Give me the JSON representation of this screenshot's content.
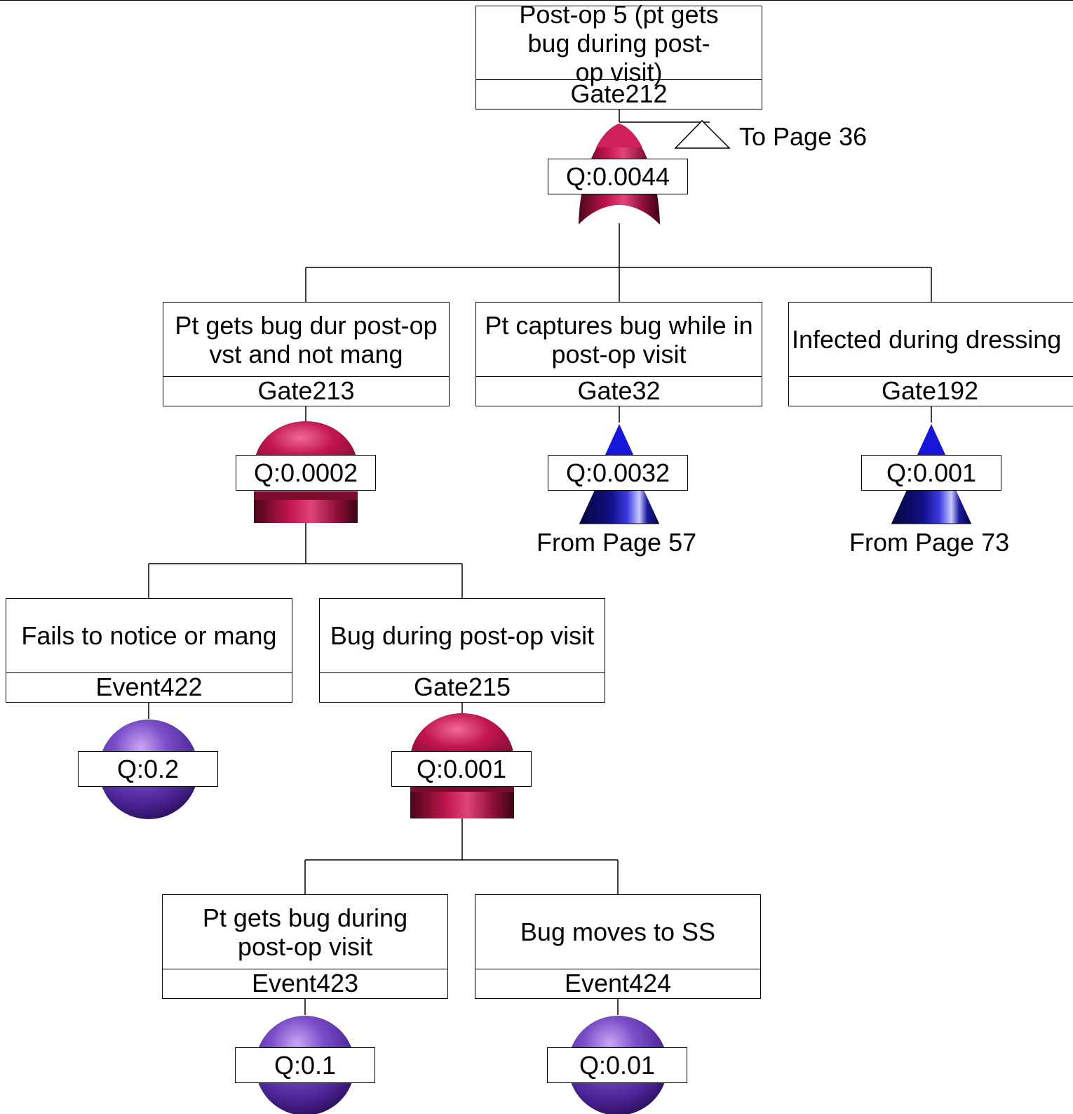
{
  "colors": {
    "gate": "#c2154f",
    "gate_dark": "#5e0a22",
    "event": "#6a3fb4",
    "event_dark": "#3a1a78",
    "transfer": "#1616c8",
    "transfer_dark": "#0a0a4a",
    "line": "#000000"
  },
  "nodes": {
    "gate212": {
      "desc": "Post-op 5 (pt gets bug during post-op visit)",
      "id": "Gate212",
      "q": "Q:0.0044",
      "symbol": "or-gate"
    },
    "gate213": {
      "desc": "Pt gets bug dur post-op vst and not mang",
      "id": "Gate213",
      "q": "Q:0.0002",
      "symbol": "and-gate"
    },
    "gate32": {
      "desc": "Pt captures bug while in post-op visit",
      "id": "Gate32",
      "q": "Q:0.0032",
      "symbol": "transfer-in"
    },
    "gate192": {
      "desc": "Infected during dressing",
      "id": "Gate192",
      "q": "Q:0.001",
      "symbol": "transfer-in"
    },
    "event422": {
      "desc": "Fails to notice or mang",
      "id": "Event422",
      "q": "Q:0.2",
      "symbol": "basic-event"
    },
    "gate215": {
      "desc": "Bug during post-op visit",
      "id": "Gate215",
      "q": "Q:0.001",
      "symbol": "and-gate"
    },
    "event423": {
      "desc": "Pt gets bug during post-op visit",
      "id": "Event423",
      "q": "Q:0.1",
      "symbol": "basic-event"
    },
    "event424": {
      "desc": "Bug moves to SS",
      "id": "Event424",
      "q": "Q:0.01",
      "symbol": "basic-event"
    }
  },
  "transfers": {
    "to_page": "To Page 36",
    "from_gate32": "From Page 57",
    "from_gate192": "From Page 73"
  }
}
